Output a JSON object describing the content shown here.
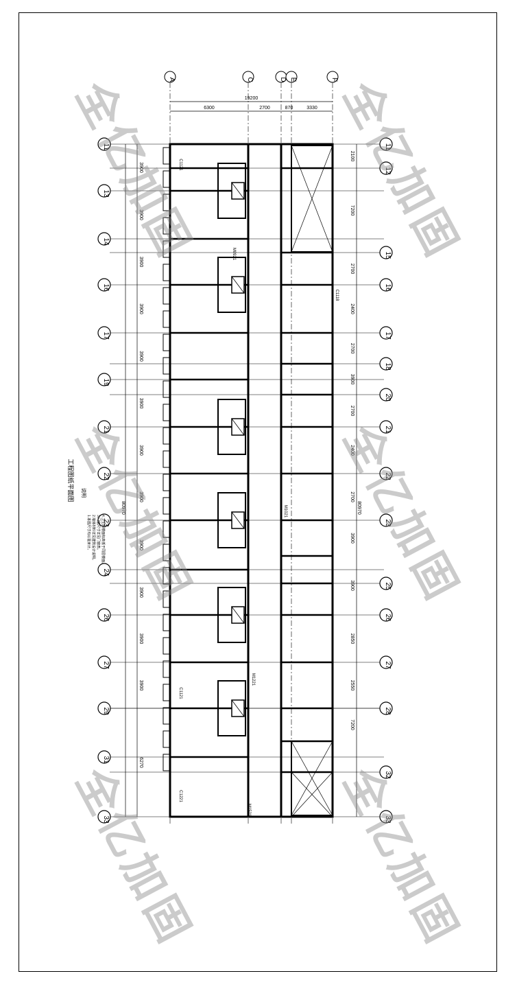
{
  "axes_letters": [
    "A",
    "C",
    "D",
    "E",
    "F"
  ],
  "axes_numbers": [
    "11",
    "12",
    "13",
    "14",
    "15",
    "16",
    "17",
    "18",
    "19",
    "20",
    "21",
    "22",
    "23",
    "24",
    "25",
    "26",
    "27",
    "28",
    "29",
    "31",
    "32",
    "33"
  ],
  "dims_top": [
    "19200",
    "6300",
    "2700",
    "870",
    "3330"
  ],
  "dims_left_bay": [
    "3900",
    "3900",
    "3900",
    "3900",
    "3900",
    "3900",
    "3900",
    "3900",
    "3900",
    "3900",
    "3900",
    "3900",
    "6270"
  ],
  "dims_right_bay": [
    "2100",
    "7200",
    "2700",
    "2400",
    "2700",
    "3900",
    "2700",
    "2400",
    "2700",
    "3900",
    "3900",
    "2850",
    "2550",
    "7200"
  ],
  "dims_overall": "80970",
  "room_tags": [
    "C1121",
    "C1118",
    "M0921",
    "M1021",
    "M1221",
    "C1121",
    "C1221",
    "M1521"
  ],
  "sheet_title": "工程图纸平面图",
  "notes_title": "说明",
  "notes": [
    "1.本图尺寸均以毫米计。",
    "2.墙体材料详见建筑设计说明。",
    "3.门窗尺寸详见门窗表。",
    "4.卫生间楼面标高低于同层楼面。"
  ],
  "watermark": "全亿加固"
}
